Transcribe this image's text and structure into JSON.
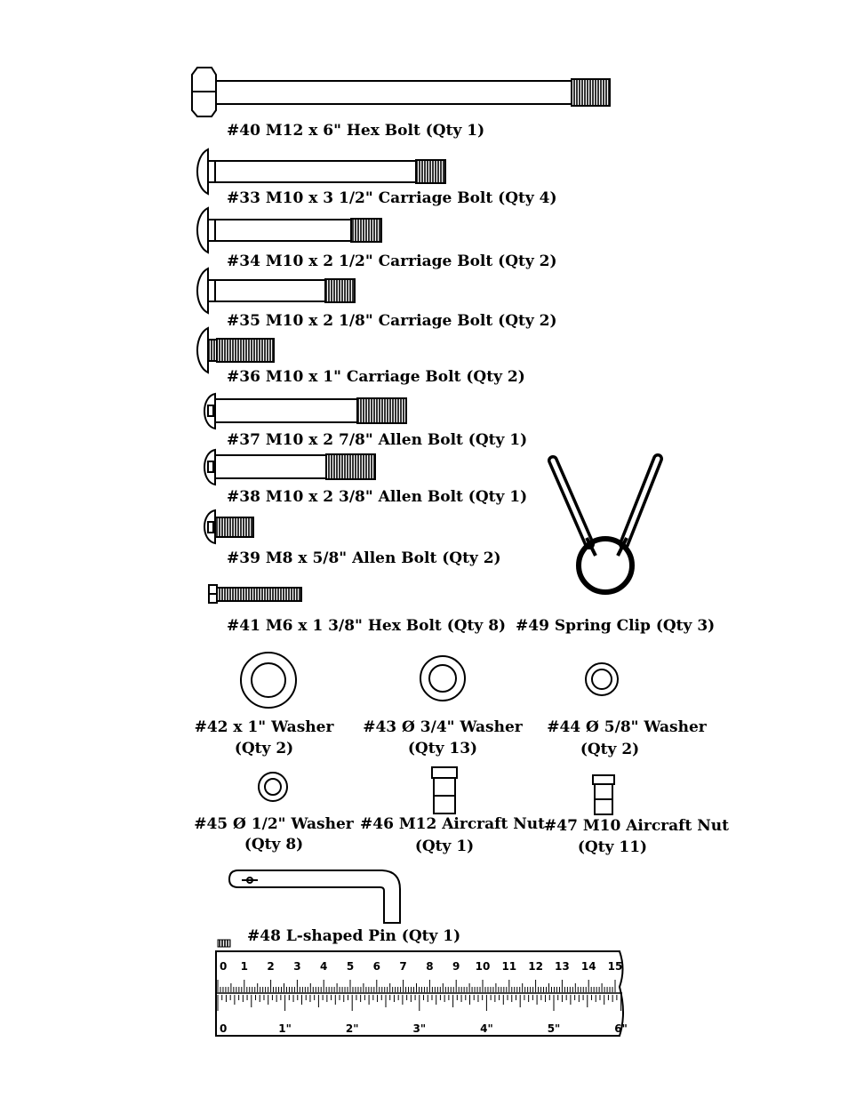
{
  "parts": {
    "p40": {
      "label": "#40 M12 x 6\" Hex Bolt (Qty 1)"
    },
    "p33": {
      "label": "#33 M10 x 3 1/2\" Carriage Bolt (Qty 4)"
    },
    "p34": {
      "label": "#34 M10 x 2 1/2\" Carriage Bolt (Qty 2)"
    },
    "p35": {
      "label": "#35 M10 x 2 1/8\" Carriage Bolt (Qty 2)"
    },
    "p36": {
      "label": "#36 M10 x 1\" Carriage Bolt (Qty 2)"
    },
    "p37": {
      "label": "#37 M10 x 2 7/8\" Allen Bolt (Qty 1)"
    },
    "p38": {
      "label": "#38 M10 x 2 3/8\" Allen Bolt (Qty 1)"
    },
    "p39": {
      "label": "#39 M8 x 5/8\" Allen Bolt (Qty 2)"
    },
    "p41": {
      "label": "#41 M6 x 1 3/8\" Hex Bolt (Qty 8)"
    },
    "p49": {
      "label": "#49 Spring Clip (Qty 3)"
    },
    "p42": {
      "label": "#42 x 1\" Washer",
      "qty": "(Qty 2)"
    },
    "p43": {
      "label": "#43 Ø 3/4\" Washer",
      "qty": "(Qty 13)"
    },
    "p44": {
      "label": "#44 Ø 5/8\" Washer",
      "qty": "(Qty 2)"
    },
    "p45": {
      "label": "#45 Ø 1/2\" Washer",
      "qty": "(Qty 8)"
    },
    "p46": {
      "label": "#46 M12 Aircraft Nut",
      "qty": "(Qty 1)"
    },
    "p47": {
      "label": "#47 M10 Aircraft Nut",
      "qty": "(Qty 11)"
    },
    "p48": {
      "label": "#48 L-shaped Pin (Qty 1)"
    }
  },
  "ruler": {
    "cm_labels": [
      "0",
      "1",
      "2",
      "3",
      "4",
      "5",
      "6",
      "7",
      "8",
      "9",
      "10",
      "11",
      "12",
      "13",
      "14",
      "15"
    ],
    "inch_labels": [
      "0",
      "1\"",
      "2\"",
      "3\"",
      "4\"",
      "5\"",
      "6\""
    ]
  }
}
